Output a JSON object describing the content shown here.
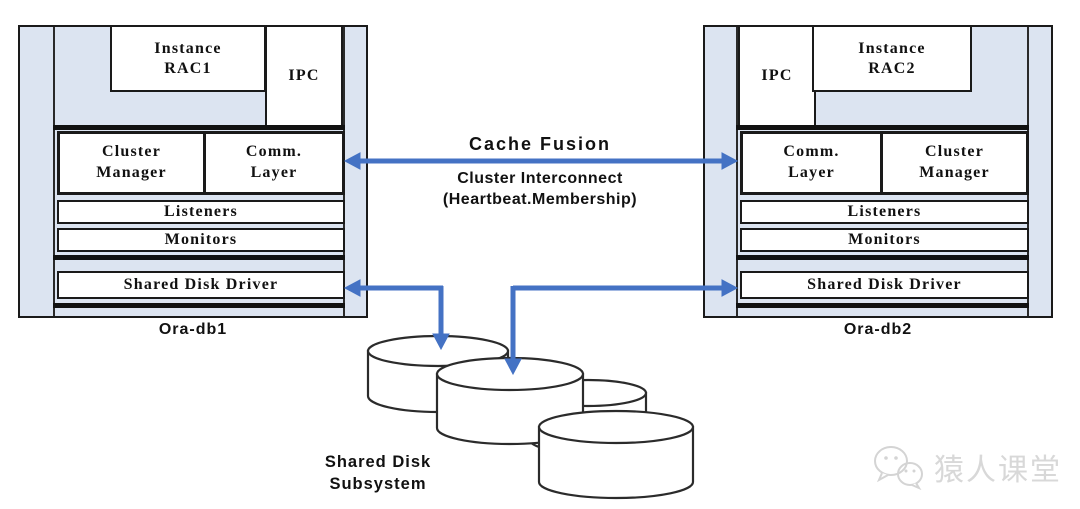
{
  "nodes": {
    "left": {
      "name": "Ora-db1",
      "instance": {
        "line1": "Instance",
        "line2": "RAC1"
      },
      "ipc": "IPC",
      "row1": {
        "cell1_line1": "Cluster",
        "cell1_line2": "Manager",
        "cell2_line1": "Comm.",
        "cell2_line2": "Layer"
      },
      "rows": [
        "Listeners",
        "Monitors",
        "Shared Disk Driver"
      ]
    },
    "right": {
      "name": "Ora-db2",
      "instance": {
        "line1": "Instance",
        "line2": "RAC2"
      },
      "ipc": "IPC",
      "row1": {
        "cell1_line1": "Comm.",
        "cell1_line2": "Layer",
        "cell2_line1": "Cluster",
        "cell2_line2": "Manager"
      },
      "rows": [
        "Listeners",
        "Monitors",
        "Shared Disk Driver"
      ]
    }
  },
  "interconnect": {
    "title": "Cache Fusion",
    "line1": "Cluster Interconnect",
    "line2": "(Heartbeat.Membership)"
  },
  "storage": {
    "line1": "Shared Disk",
    "line2": "Subsystem"
  },
  "watermark": {
    "text": "猿人课堂"
  },
  "colors": {
    "node_fill": "#dce4f1",
    "border": "#1a1a1a",
    "arrow": "#4472c4",
    "watermark": "#d8d8d8"
  }
}
